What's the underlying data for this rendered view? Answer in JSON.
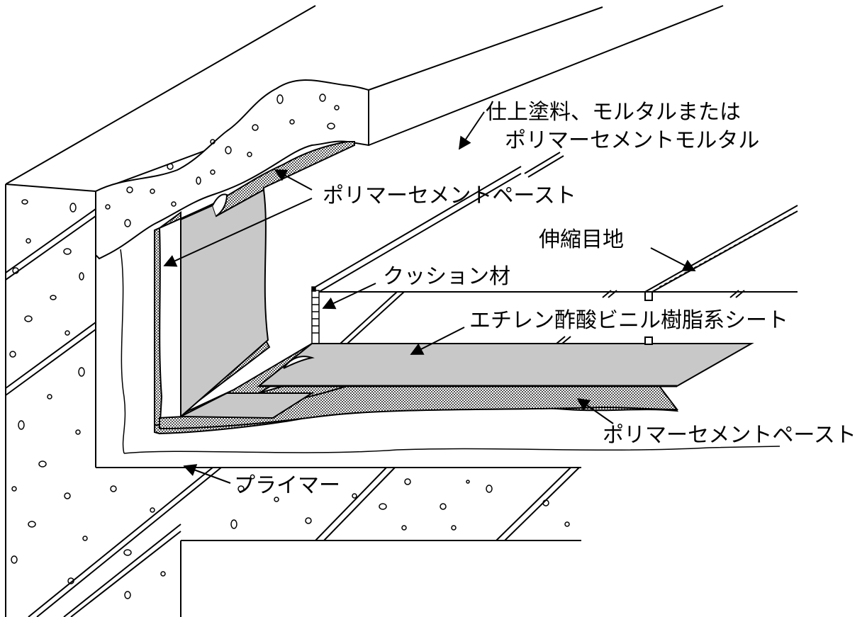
{
  "labels": {
    "finish_line1": "仕上塗料、モルタルまたは",
    "finish_line2": "ポリマーセメントモルタル",
    "paste_upper": "ポリマーセメントペースト",
    "expansion_joint": "伸縮目地",
    "cushion": "クッション材",
    "eva_sheet": "エチレン酢酸ビニル樹脂系シート",
    "paste_lower": "ポリマーセメントペースト",
    "primer": "プライマー"
  },
  "colors": {
    "line": "#000000",
    "sheet": "#c8c8c8",
    "paste_dot": "#555555",
    "background": "#ffffff"
  }
}
